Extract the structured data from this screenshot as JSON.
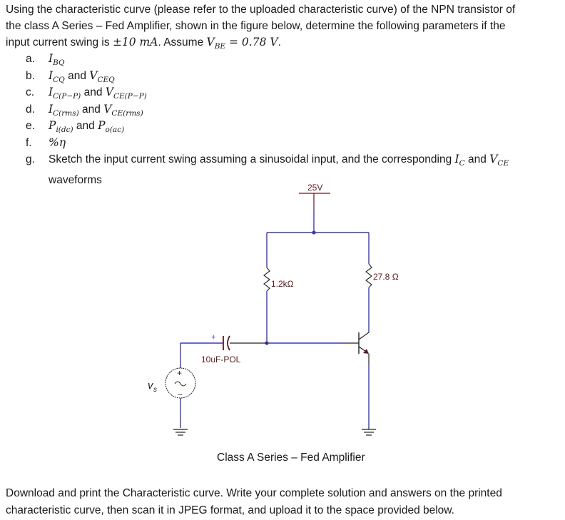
{
  "intro": {
    "line1": "Using the characteristic curve (please refer to the uploaded characteristic curve) of the NPN transistor of",
    "line2": "the class A Series – Fed Amplifier, shown in the figure below, determine the following parameters if the",
    "line3_pre": "input current swing is ",
    "line3_math": "±10 mA",
    "line3_mid": ". Assume ",
    "vbe_symbol": "V",
    "vbe_sub": "BE",
    "vbe_value": " = 0.78 V",
    "line3_end": "."
  },
  "items": [
    {
      "label": "a.",
      "parts": [
        {
          "sym": "I",
          "sub": "BQ"
        }
      ]
    },
    {
      "label": "b.",
      "parts": [
        {
          "sym": "I",
          "sub": "CQ"
        },
        {
          "text": " and "
        },
        {
          "sym": "V",
          "sub": "CEQ"
        }
      ]
    },
    {
      "label": "c.",
      "parts": [
        {
          "sym": "I",
          "sub": "C(P−P)"
        },
        {
          "text": " and "
        },
        {
          "sym": "V",
          "sub": "CE(P−P)"
        }
      ]
    },
    {
      "label": "d.",
      "parts": [
        {
          "sym": "I",
          "sub": "C(rms)"
        },
        {
          "text": " and "
        },
        {
          "sym": "V",
          "sub": "CE(rms)"
        }
      ]
    },
    {
      "label": "e.",
      "parts": [
        {
          "sym": "P",
          "sub": "i(dc)"
        },
        {
          "text": " and "
        },
        {
          "sym": "P",
          "sub": "o(ac)"
        }
      ]
    },
    {
      "label": "f.",
      "parts": [
        {
          "sym": "%η",
          "sub": ""
        }
      ]
    }
  ],
  "item_g": {
    "label": "g.",
    "text_pre": "Sketch the input current swing assuming a sinusoidal input, and the corresponding ",
    "ic_sym": "I",
    "ic_sub": "C",
    "and": " and ",
    "vce_sym": "V",
    "vce_sub": "CE",
    "line2": "waveforms"
  },
  "circuit": {
    "supply_label": "25V",
    "rb_label": "1.2kΩ",
    "rc_label": "27.8 Ω",
    "cap_label": "10uF-POL",
    "cap_plus": "+",
    "source_label": "v",
    "source_sub": "s",
    "source_plus": "+",
    "source_minus": "−",
    "wire_color": "#3a3ab0",
    "component_color": "#5a1a1a"
  },
  "caption": "Class A Series – Fed Amplifier",
  "footer": {
    "line1": "Download and print the Characteristic curve. Write your complete solution and answers on the printed",
    "line2": "characteristic curve, then scan it in JPEG format, and upload it to the space provided below."
  }
}
